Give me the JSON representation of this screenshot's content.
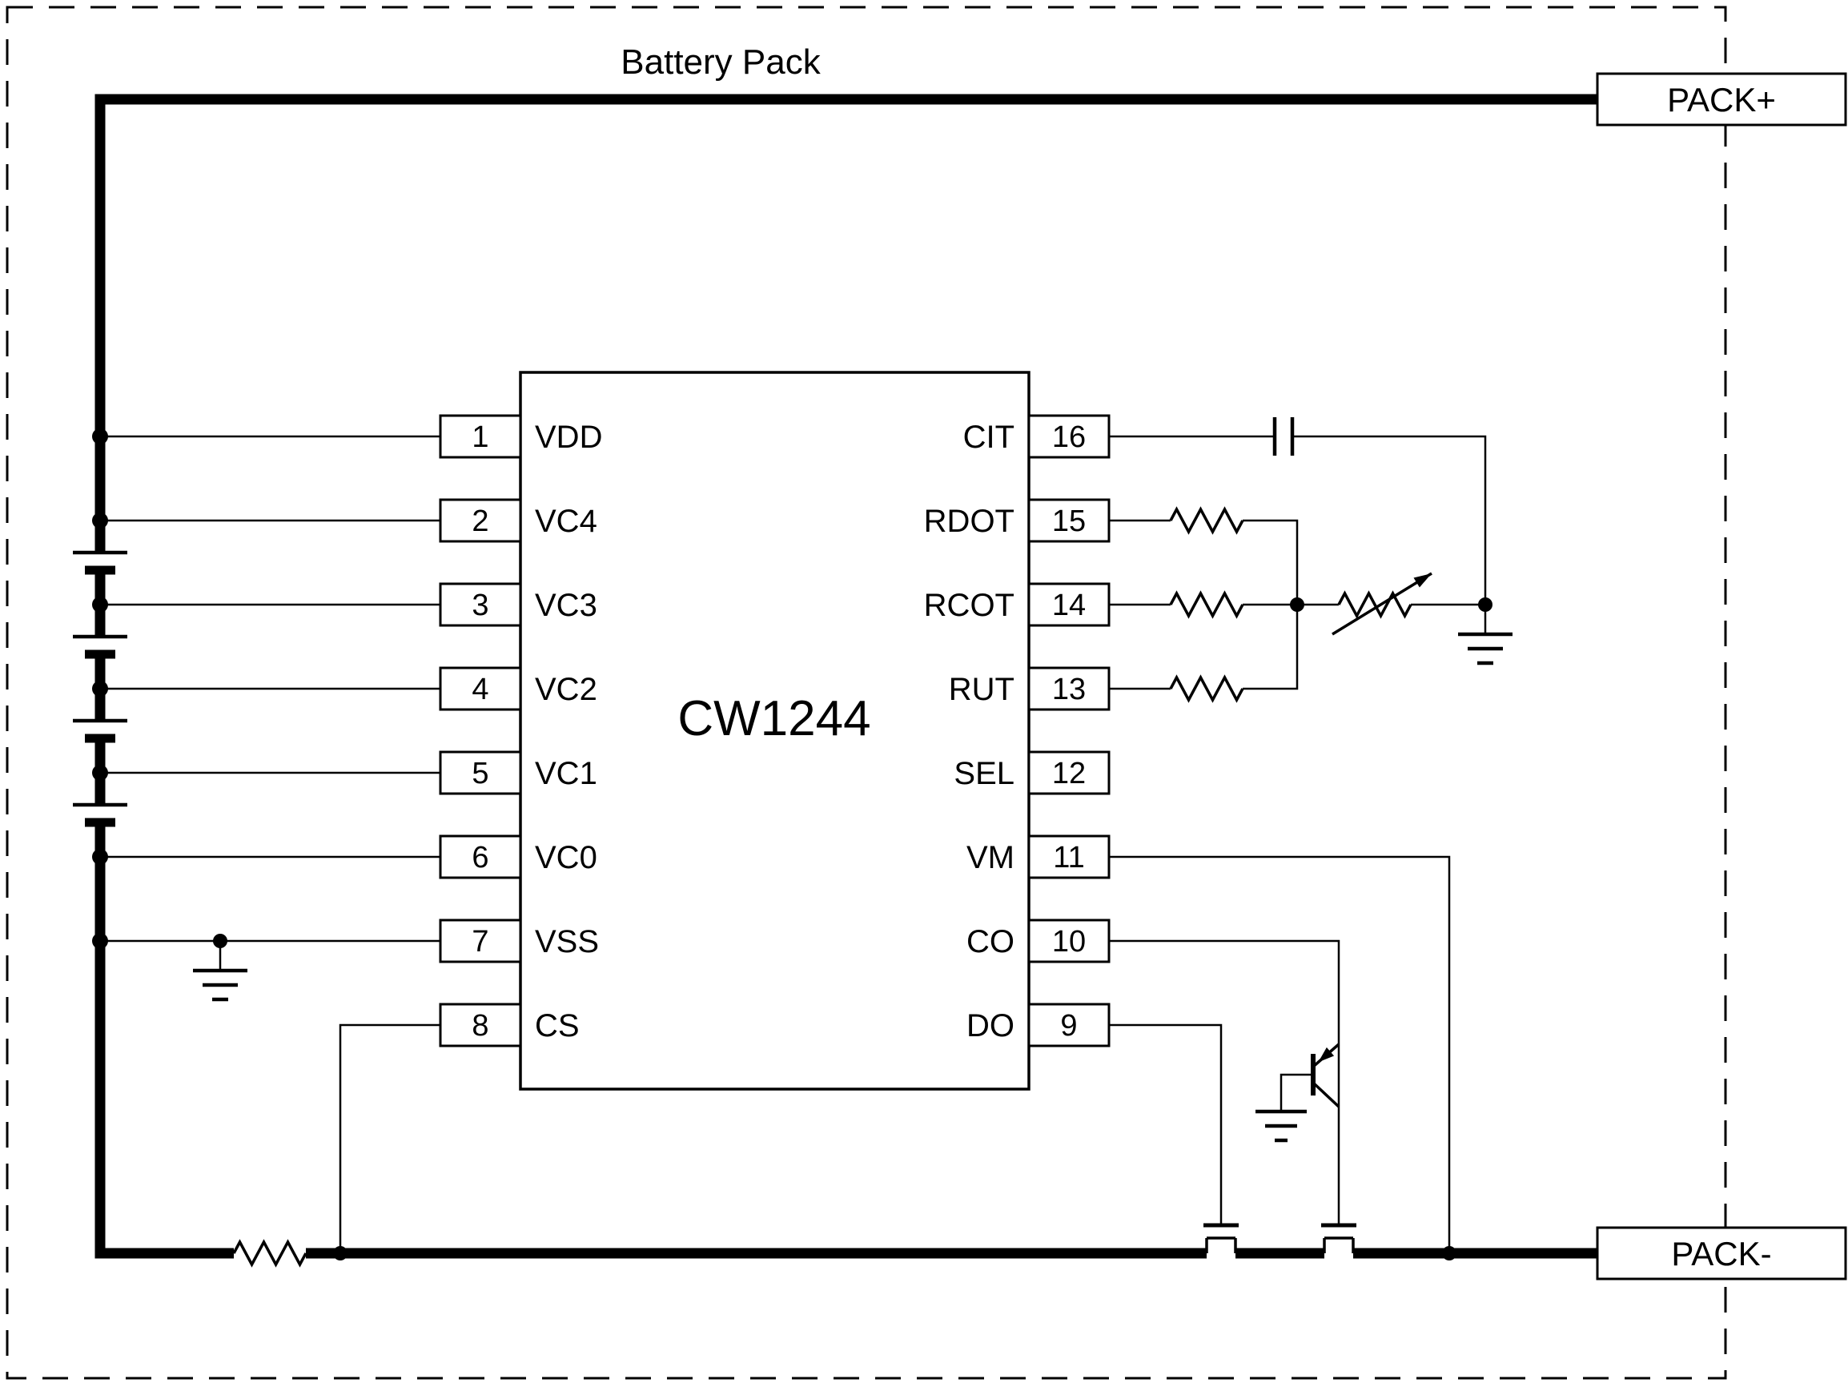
{
  "diagram": {
    "title": "Battery Pack",
    "ic": {
      "label": "CW1244",
      "left_pins": [
        {
          "number": "1",
          "name": "VDD"
        },
        {
          "number": "2",
          "name": "VC4"
        },
        {
          "number": "3",
          "name": "VC3"
        },
        {
          "number": "4",
          "name": "VC2"
        },
        {
          "number": "5",
          "name": "VC1"
        },
        {
          "number": "6",
          "name": "VC0"
        },
        {
          "number": "7",
          "name": "VSS"
        },
        {
          "number": "8",
          "name": "CS"
        }
      ],
      "right_pins": [
        {
          "number": "16",
          "name": "CIT"
        },
        {
          "number": "15",
          "name": "RDOT"
        },
        {
          "number": "14",
          "name": "RCOT"
        },
        {
          "number": "13",
          "name": "RUT"
        },
        {
          "number": "12",
          "name": "SEL"
        },
        {
          "number": "11",
          "name": "VM"
        },
        {
          "number": "10",
          "name": "CO"
        },
        {
          "number": "9",
          "name": "DO"
        }
      ]
    },
    "terminals": {
      "positive": "PACK+",
      "negative": "PACK-"
    },
    "colors": {
      "ink": "#000000",
      "paper": "#ffffff"
    },
    "components": {
      "battery_cells": 4,
      "list": [
        "battery-stack",
        "cit-capacitor",
        "rdot-resistor",
        "rcot-resistor",
        "rut-resistor",
        "thermistor",
        "cs-sense-resistor",
        "discharge-mosfet",
        "charge-mosfet",
        "transistor",
        "ground-symbols"
      ]
    }
  }
}
